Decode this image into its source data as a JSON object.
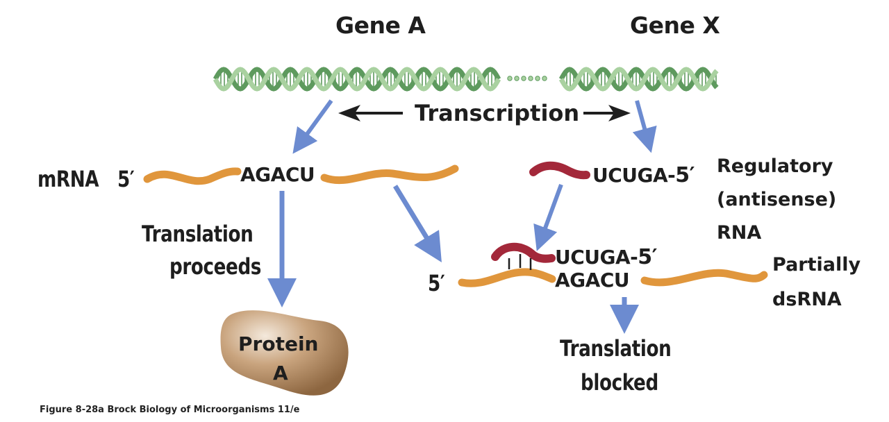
{
  "figure": {
    "genes": {
      "gene_a": "Gene A",
      "gene_x": "Gene X"
    },
    "transcription_label": "Transcription",
    "mrna": {
      "label": "mRNA",
      "five_prime": "5′",
      "sequence": "AGACU"
    },
    "regulatory_rna": {
      "sequence": "UCUGA-",
      "five_prime": "5′",
      "description_lines": [
        "Regulatory",
        "(antisense)",
        "RNA"
      ]
    },
    "duplex": {
      "five_prime_left": "5′",
      "top_sequence": "UCUGA-",
      "top_five_prime": "5′",
      "bottom_sequence": "AGACU",
      "description_lines": [
        "Partially",
        "dsRNA"
      ]
    },
    "translation_proceeds_lines": [
      "Translation",
      "proceeds"
    ],
    "translation_blocked_lines": [
      "Translation",
      "blocked"
    ],
    "protein_lines": [
      "Protein",
      "A"
    ],
    "caption": "Figure 8-28a  Brock Biology of Microorganisms 11/e",
    "colors": {
      "dna_green": "#5e9a5e",
      "dna_light": "#a9d1a0",
      "mrna_orange": "#e0963c",
      "antisense_red": "#a3283a",
      "arrow_blue": "#6c8bd0",
      "text": "#1e1e1e",
      "protein_brown": "#b88f64"
    }
  }
}
